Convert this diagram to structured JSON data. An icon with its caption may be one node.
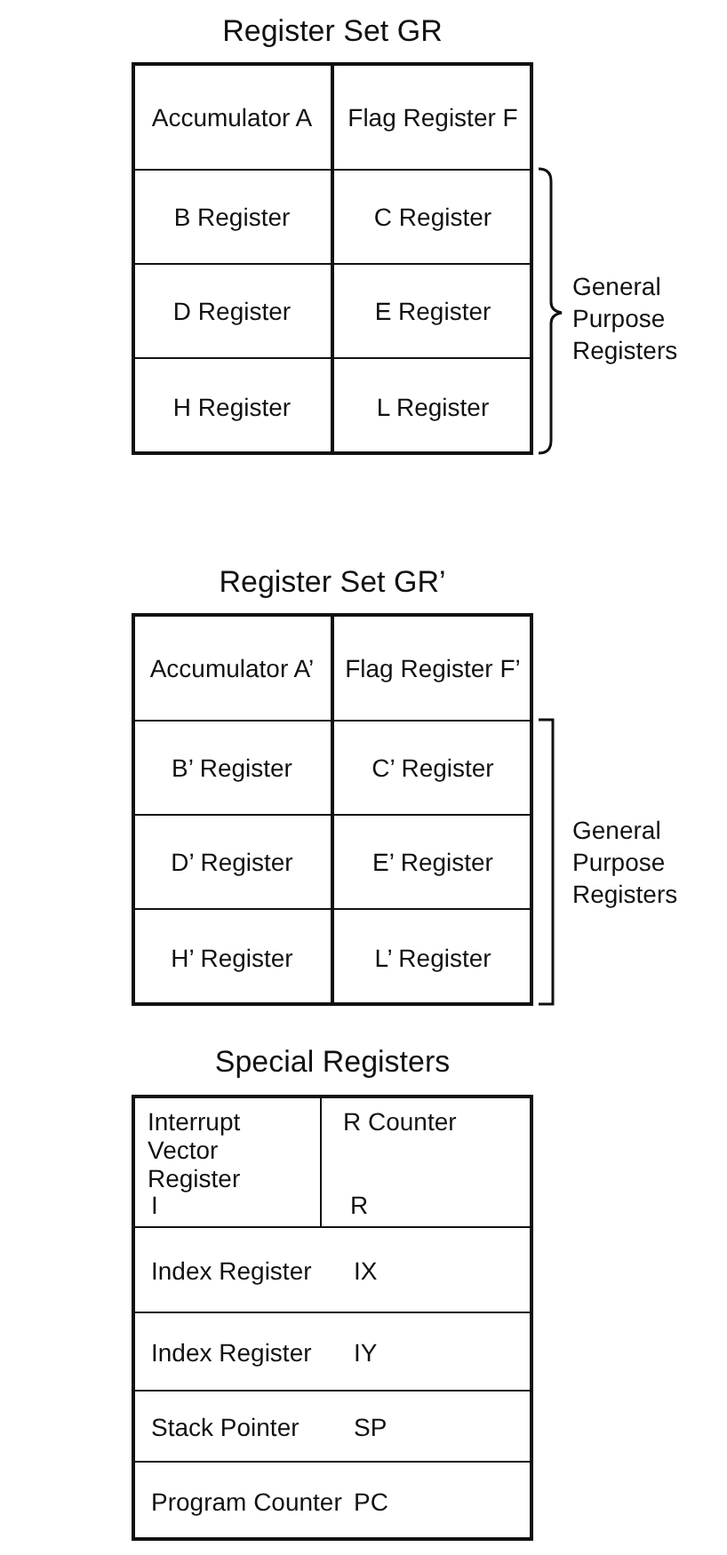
{
  "diagram": {
    "nodes": [
      {
        "text": [
          "Register Set GR"
        ]
      },
      {
        "text": [
          "Accumulator A"
        ],
        "in": 0
      },
      {
        "text": [
          "Flag Register F"
        ],
        "in": 0
      },
      {
        "text": [
          "B Register"
        ],
        "in": 0
      },
      {
        "text": [
          "C Register"
        ],
        "in": 0
      },
      {
        "text": [
          "D Register"
        ],
        "in": 0
      },
      {
        "text": [
          "E Register"
        ],
        "in": 0
      },
      {
        "text": [
          "H Register"
        ],
        "in": 0
      },
      {
        "text": [
          "L Register"
        ],
        "in": 0
      },
      {
        "text": [
          "Register Set GR’"
        ]
      },
      {
        "text": [
          "Accumulator A’"
        ],
        "in": 9
      },
      {
        "text": [
          "Flag Register F’"
        ],
        "in": 9
      },
      {
        "text": [
          "B’ Register"
        ],
        "in": 9
      },
      {
        "text": [
          "C’ Register"
        ],
        "in": 9
      },
      {
        "text": [
          "D’ Register"
        ],
        "in": 9
      },
      {
        "text": [
          "E’ Register"
        ],
        "in": 9
      },
      {
        "text": [
          "H’ Register"
        ],
        "in": 9
      },
      {
        "text": [
          "L’ Register"
        ],
        "in": 9
      },
      {
        "text": [
          "Special Registers"
        ]
      },
      {
        "text": [
          "Interrupt Vector Register",
          "I"
        ],
        "in": 18
      },
      {
        "text": [
          "R Counter",
          "R"
        ],
        "in": 18
      },
      {
        "text": [
          "Index Register",
          "IX"
        ],
        "in": 18
      },
      {
        "text": [
          "Index Register",
          "IY"
        ],
        "in": 18
      },
      {
        "text": [
          "Stack Pointer",
          "SP"
        ],
        "in": 18
      },
      {
        "text": [
          "Program Counter",
          "PC"
        ],
        "in": 18
      }
    ],
    "edges": [],
    "labels": [
      "General Purpose Registers",
      "General Purpose Registers"
    ]
  }
}
